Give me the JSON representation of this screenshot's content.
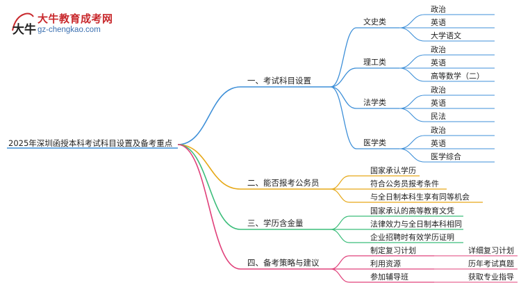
{
  "site": {
    "name": "大牛教育成考网",
    "url": "gz-chengkao.com",
    "brand_color": "#c8282c",
    "url_color": "#3a6fb0",
    "logo_glyph": "大牛"
  },
  "root": {
    "label": "2025年深圳函授本科考试科目设置及备考重点"
  },
  "branches": [
    {
      "id": "b1",
      "label": "一、考试科目设置",
      "color": "#3d8fd8",
      "groups": [
        {
          "label": "文史类",
          "items": [
            "政治",
            "英语",
            "大学语文"
          ]
        },
        {
          "label": "理工类",
          "items": [
            "政治",
            "英语",
            "高等数学（二）"
          ]
        },
        {
          "label": "法学类",
          "items": [
            "政治",
            "英语",
            "民法"
          ]
        },
        {
          "label": "医学类",
          "items": [
            "政治",
            "英语",
            "医学综合"
          ]
        }
      ]
    },
    {
      "id": "b2",
      "label": "二、能否报考公务员",
      "color": "#e6a817",
      "items": [
        "国家承认学历",
        "符合公务员报考条件",
        "与全日制本科生享有同等机会"
      ]
    },
    {
      "id": "b3",
      "label": "三、学历含金量",
      "color": "#3bbd7a",
      "items": [
        "国家承认的高等教育文凭",
        "法律效力与全日制本科相同",
        "企业招聘时有效学历证明"
      ]
    },
    {
      "id": "b4",
      "label": "四、备考策略与建议",
      "color": "#e0407a",
      "items": [
        {
          "label": "制定复习计划",
          "detail": "详细复习计划"
        },
        {
          "label": "利用资源",
          "detail": "历年考试真题"
        },
        {
          "label": "参加辅导班",
          "detail": "获取专业指导"
        }
      ]
    }
  ]
}
